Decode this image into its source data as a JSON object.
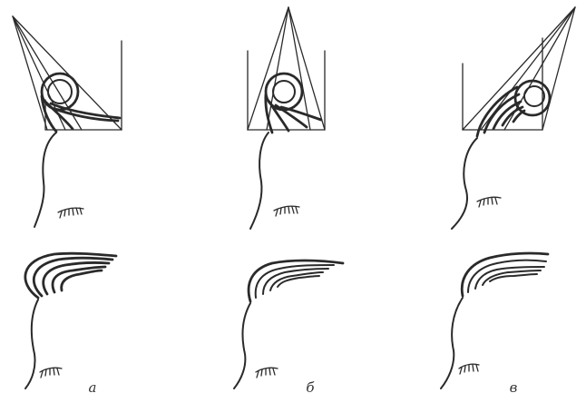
{
  "labels": [
    {
      "text": "а"
    },
    {
      "text": "б"
    },
    {
      "text": "в"
    }
  ]
}
